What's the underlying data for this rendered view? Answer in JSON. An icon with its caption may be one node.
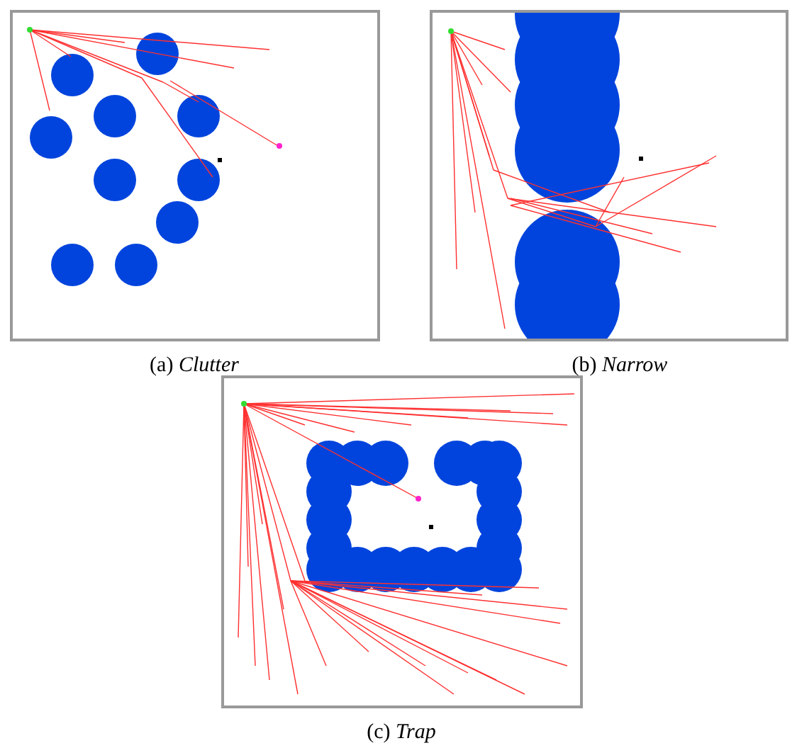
{
  "diagram": {
    "labels": [
      "(a) *Clutter*",
      "(b) *Narrow*",
      "(c) *Trap*"
    ]
  }
}
